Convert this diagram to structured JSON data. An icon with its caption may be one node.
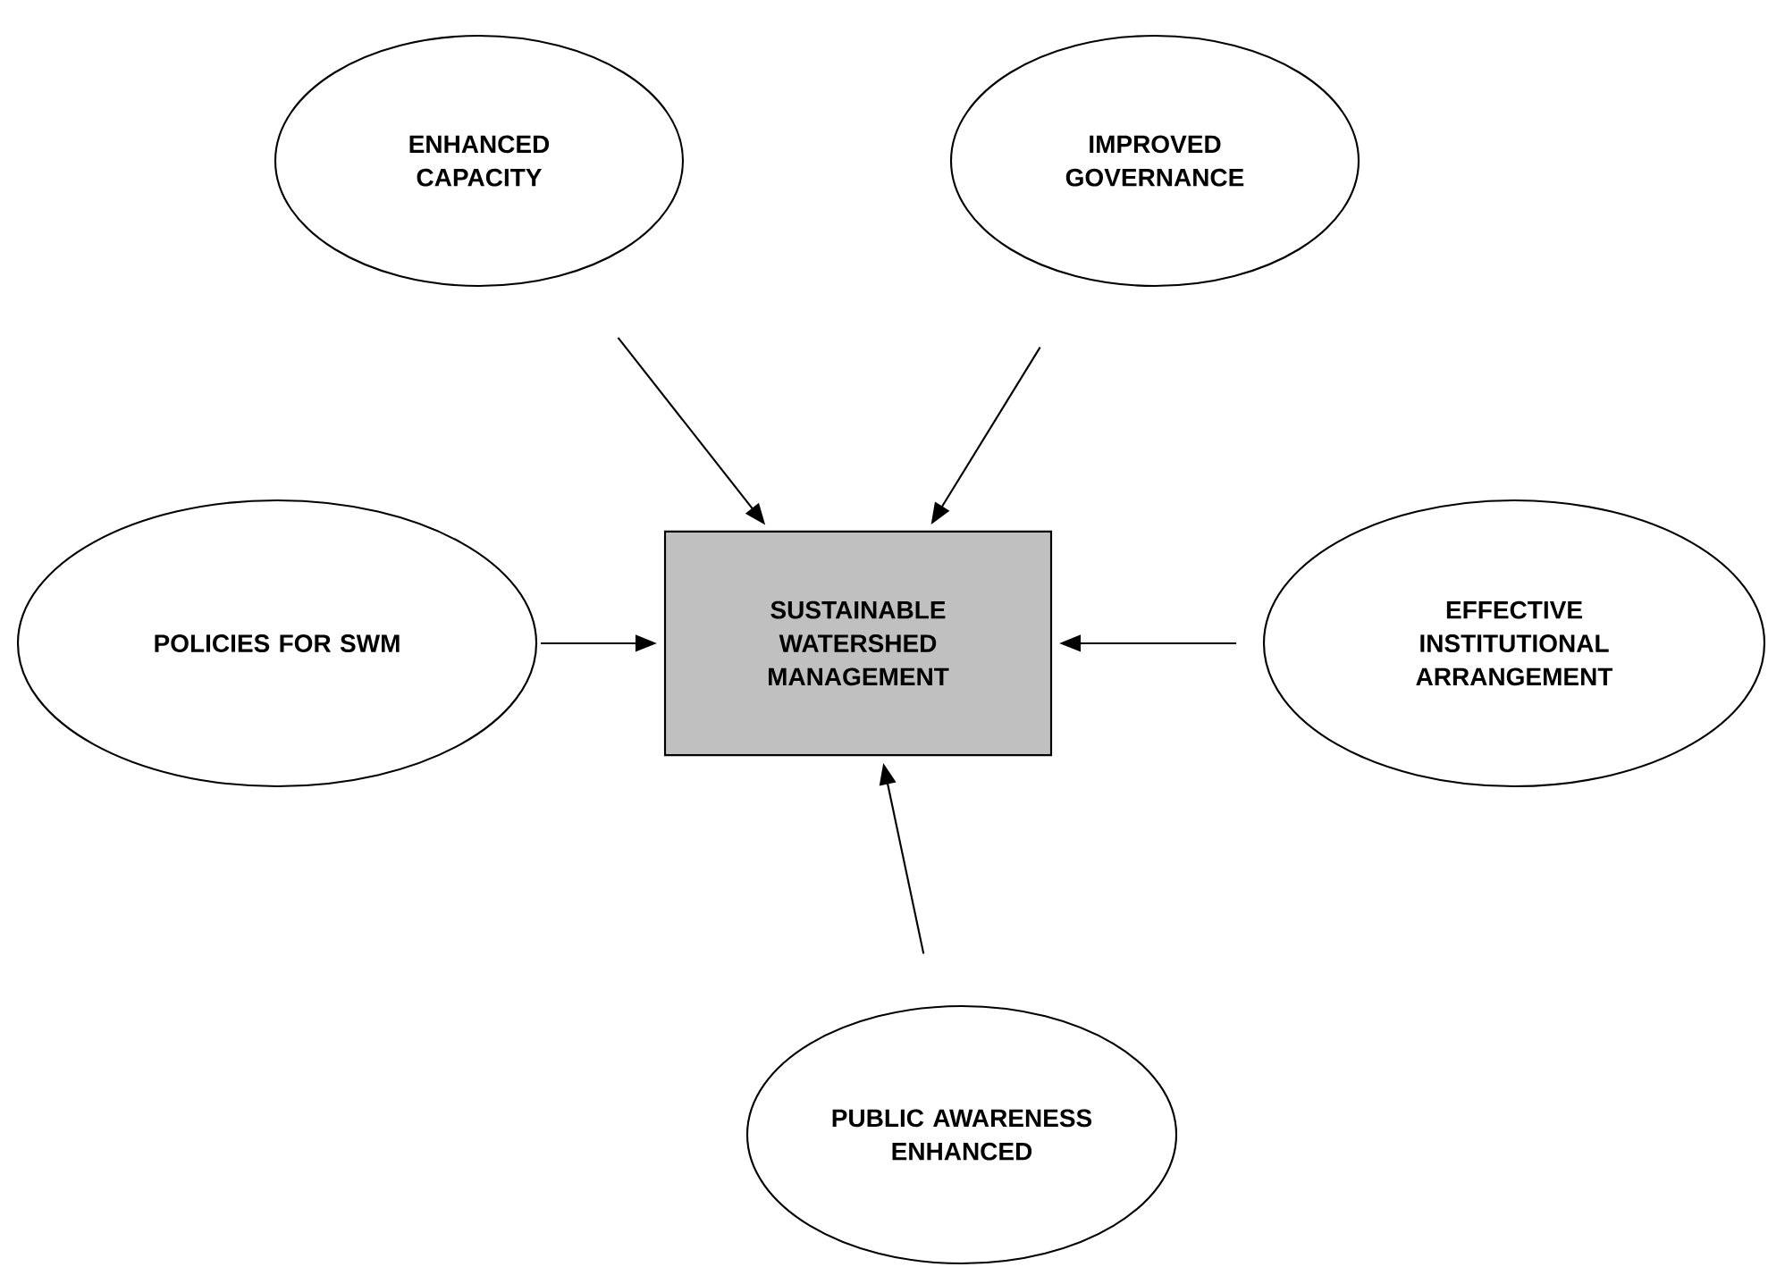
{
  "diagram": {
    "nodes": [
      {
        "text": [
          "ENHANCED CAPACITY"
        ]
      },
      {
        "text": [
          "IMPROVED GOVERNANCE"
        ]
      },
      {
        "text": [
          "POLICIES FOR SWM"
        ]
      },
      {
        "text": [
          "SUSTAINABLE WATERSHED MANAGEMENT"
        ]
      },
      {
        "text": [
          "EFFECTIVE INSTITUTIONAL ARRANGEMENT"
        ]
      },
      {
        "text": [
          "PUBLIC AWARENESS ENHANCED"
        ]
      }
    ],
    "edges": [
      {
        "from": 0,
        "to": 3,
        "arrow": "to"
      },
      {
        "from": 1,
        "to": 3,
        "arrow": "to"
      },
      {
        "from": 2,
        "to": 3,
        "arrow": "to"
      },
      {
        "from": 4,
        "to": 3,
        "arrow": "to"
      },
      {
        "from": 5,
        "to": 3,
        "arrow": "to"
      }
    ]
  }
}
